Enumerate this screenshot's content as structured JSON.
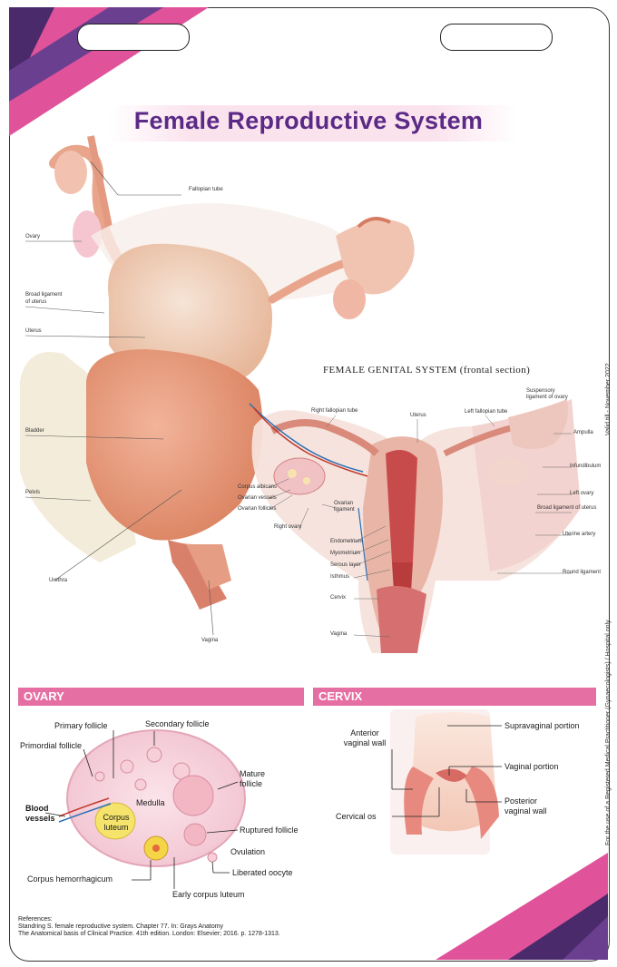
{
  "title": "Female Reproductive System",
  "upper_labels": {
    "fallopian_tube": "Fallopian tube",
    "ovary": "Ovary",
    "broad_ligament_1": "Broad ligament",
    "broad_ligament_2": "of uterus",
    "uterus": "Uterus",
    "bladder": "Bladder",
    "pelvis": "Pelvis",
    "urethra": "Urethra",
    "vagina": "Vagina"
  },
  "frontal": {
    "heading": "FEMALE GENITAL SYSTEM (frontal section)",
    "labels": {
      "right_fallopian_tube": "Right fallopian tube",
      "uterus": "Uterus",
      "left_fallopian_tube": "Left fallopian tube",
      "suspensory_ligament": "Suspensory ligament of ovary",
      "ampulla": "Ampulla",
      "infundibulum": "Infundibulum",
      "left_ovary": "Left ovary",
      "broad_ligament": "Broad ligament of uterus",
      "uterine_artery": "Uterine artery",
      "round_ligament": "Round ligament",
      "corpus_albicans": "Corpus albicans",
      "ovarian_vessels": "Ovarian vessels",
      "ovarian_follicles": "Ovarian follicles",
      "ovarian_ligament": "Ovarian ligament",
      "right_ovary": "Right ovary",
      "endometrium": "Endometrium",
      "myometrium": "Myometrium",
      "serous_layer": "Serous layer",
      "isthmus": "Isthmus",
      "cervix": "Cervix",
      "vagina": "Vagina"
    }
  },
  "side_text": {
    "valid": "Valid till - November 2022",
    "use": "For the use of a Registered Medical Practitioner (Gynaecologists) / Hospital only"
  },
  "ovary": {
    "heading": "OVARY",
    "labels": {
      "primary_follicle": "Primary follicle",
      "secondary_follicle": "Secondary follicle",
      "primordial_follicle": "Primordial follicle",
      "mature_follicle": "Mature follicle",
      "medulla": "Medulla",
      "blood_vessels": "Blood vessels",
      "corpus_luteum": "Corpus luteum",
      "ruptured_follicle": "Ruptured follicle",
      "ovulation": "Ovulation",
      "liberated_oocyte": "Liberated oocyte",
      "corpus_hemorrhagicum": "Corpus hemorrhagicum",
      "early_corpus_luteum": "Early corpus luteum"
    }
  },
  "cervix": {
    "heading": "CERVIX",
    "labels": {
      "anterior_vaginal_wall": "Anterior vaginal wall",
      "supravaginal_portion": "Supravaginal portion",
      "vaginal_portion": "Vaginal portion",
      "cervical_os": "Cervical os",
      "posterior_vaginal_wall": "Posterior vaginal wall"
    }
  },
  "references": {
    "heading": "References:",
    "line1": "Standring S. female reproductive system. Chapter 77. In: Grays Anatomy",
    "line2": "The Anatomical basis of Clinical Practice. 41th edition. London: Elsevier; 2016. p. 1278-1313."
  },
  "colors": {
    "title": "#5b2a86",
    "section_bar": "#e56fa3",
    "corner_purple": "#4a2a6a",
    "corner_pink": "#e0529a"
  }
}
